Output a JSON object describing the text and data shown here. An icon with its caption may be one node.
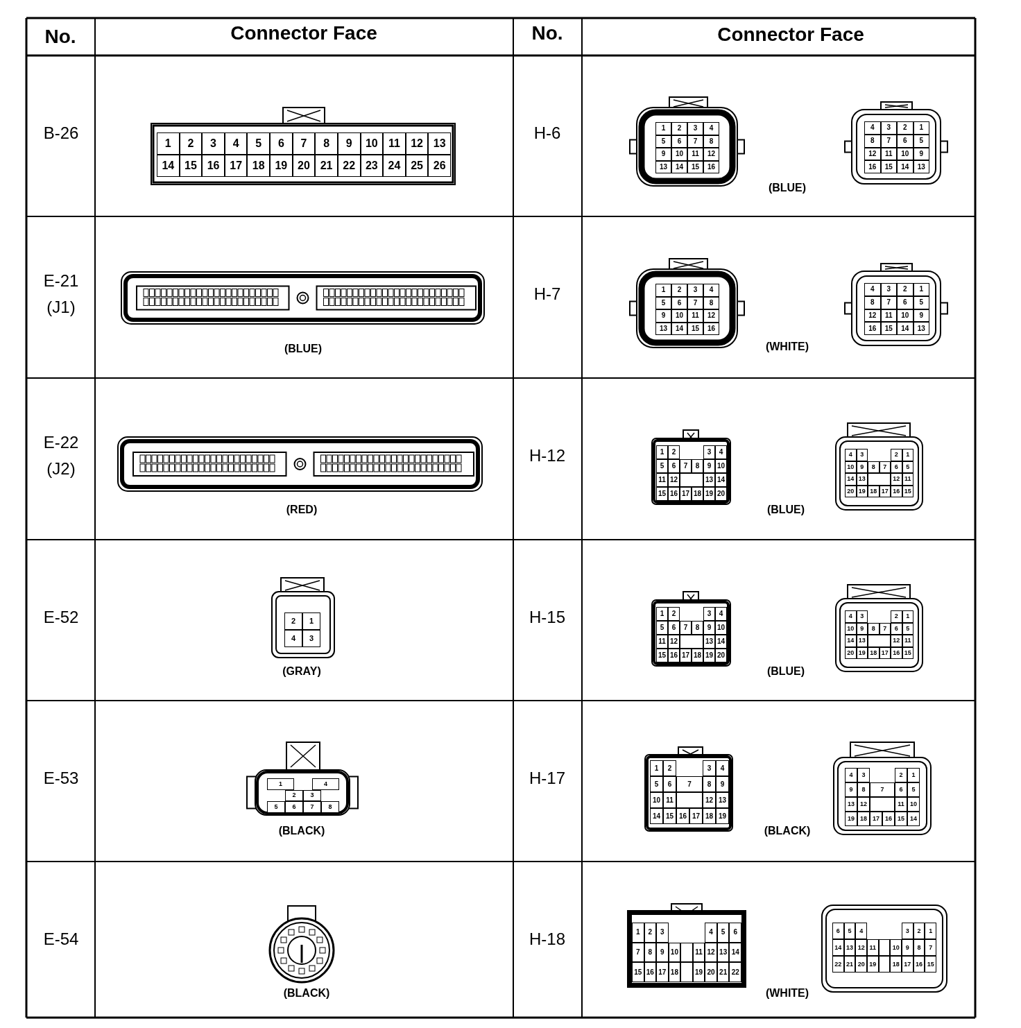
{
  "diagram": {
    "labels": [
      "No.",
      "Connector Face",
      "No.",
      "Connector Face",
      "B-26",
      "1",
      "2",
      "3",
      "4",
      "5",
      "6",
      "7",
      "8",
      "9",
      "10",
      "11",
      "12",
      "13",
      "14",
      "15",
      "16",
      "17",
      "18",
      "19",
      "20",
      "21",
      "22",
      "23",
      "24",
      "25",
      "26",
      "H-6",
      "1",
      "2",
      "3",
      "4",
      "5",
      "6",
      "7",
      "8",
      "9",
      "10",
      "11",
      "12",
      "13",
      "14",
      "15",
      "16",
      "(BLUE)",
      "4",
      "3",
      "2",
      "1",
      "8",
      "7",
      "6",
      "5",
      "12",
      "11",
      "10",
      "9",
      "16",
      "15",
      "14",
      "13",
      "E-21",
      "(J1)",
      "(BLUE)",
      "H-7",
      "1",
      "2",
      "3",
      "4",
      "5",
      "6",
      "7",
      "8",
      "9",
      "10",
      "11",
      "12",
      "13",
      "14",
      "15",
      "16",
      "(WHITE)",
      "4",
      "3",
      "2",
      "1",
      "8",
      "7",
      "6",
      "5",
      "12",
      "11",
      "10",
      "9",
      "16",
      "15",
      "14",
      "13",
      "E-22",
      "(J2)",
      "(RED)",
      "H-12",
      "1",
      "2",
      "3",
      "4",
      "5",
      "6",
      "7",
      "8",
      "9",
      "10",
      "11",
      "12",
      "13",
      "14",
      "15",
      "16",
      "17",
      "18",
      "19",
      "20",
      "(BLUE)",
      "4",
      "3",
      "2",
      "1",
      "10",
      "9",
      "8",
      "7",
      "6",
      "5",
      "14",
      "13",
      "12",
      "11",
      "20",
      "19",
      "18",
      "17",
      "16",
      "15",
      "E-52",
      "2",
      "1",
      "4",
      "3",
      "(GRAY)",
      "H-15",
      "1",
      "2",
      "3",
      "4",
      "5",
      "6",
      "7",
      "8",
      "9",
      "10",
      "11",
      "12",
      "13",
      "14",
      "15",
      "16",
      "17",
      "18",
      "19",
      "20",
      "(BLUE)",
      "4",
      "3",
      "2",
      "1",
      "10",
      "9",
      "8",
      "7",
      "6",
      "5",
      "14",
      "13",
      "12",
      "11",
      "20",
      "19",
      "18",
      "17",
      "16",
      "15",
      "E-53",
      "1",
      "4",
      "2",
      "3",
      "5",
      "6",
      "7",
      "8",
      "(BLACK)",
      "H-17",
      "1",
      "2",
      "3",
      "4",
      "5",
      "6",
      "7",
      "8",
      "9",
      "10",
      "11",
      "12",
      "13",
      "14",
      "15",
      "16",
      "17",
      "18",
      "19",
      "(BLACK)",
      "4",
      "3",
      "2",
      "1",
      "9",
      "8",
      "7",
      "6",
      "5",
      "13",
      "12",
      "11",
      "10",
      "19",
      "18",
      "17",
      "16",
      "15",
      "14",
      "E-54",
      "(BLACK)",
      "H-18",
      "1",
      "2",
      "3",
      "4",
      "5",
      "6",
      "7",
      "8",
      "9",
      "10",
      "11",
      "12",
      "13",
      "14",
      "15",
      "16",
      "17",
      "18",
      "19",
      "20",
      "21",
      "22",
      "(WHITE)",
      "6",
      "5",
      "4",
      "3",
      "2",
      "1",
      "14",
      "13",
      "12",
      "11",
      "10",
      "9",
      "8",
      "7",
      "22",
      "21",
      "20",
      "19",
      "18",
      "17",
      "16",
      "15"
    ]
  }
}
